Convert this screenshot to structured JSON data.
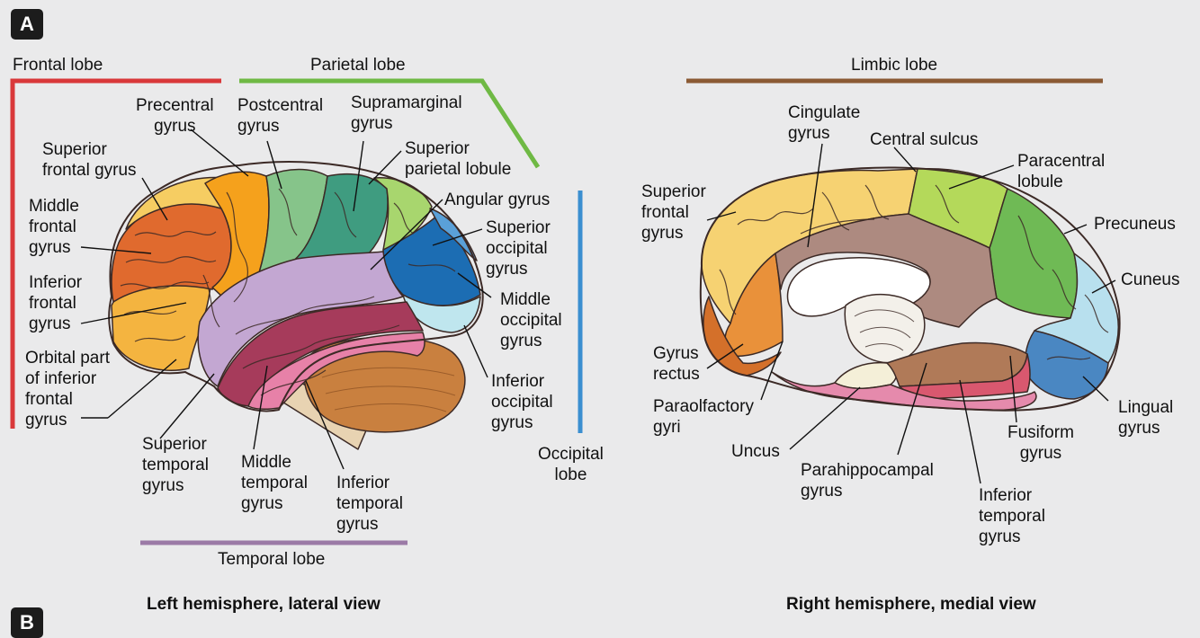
{
  "panels": {
    "a": "A",
    "b": "B"
  },
  "lobes": {
    "frontal": "Frontal lobe",
    "parietal": "Parietal lobe",
    "occipital": "Occipital\nlobe",
    "temporal": "Temporal lobe",
    "limbic": "Limbic lobe"
  },
  "lateral": {
    "title": "Left hemisphere, lateral view",
    "labels": {
      "precentral": "Precentral\ngyrus",
      "postcentral": "Postcentral\ngyrus",
      "supramarginal": "Supramarginal\ngyrus",
      "sup_parietal": "Superior\nparietal lobule",
      "sup_frontal": "Superior\nfrontal gyrus",
      "angular": "Angular gyrus",
      "sup_occipital": "Superior\noccipital\ngyrus",
      "mid_frontal": "Middle\nfrontal\ngyrus",
      "inf_frontal": "Inferior\nfrontal\ngyrus",
      "mid_occipital": "Middle\noccipital\ngyrus",
      "orbital": "Orbital part\nof inferior\nfrontal\ngyrus",
      "inf_occipital": "Inferior\noccipital\ngyrus",
      "sup_temporal": "Superior\ntemporal\ngyrus",
      "mid_temporal": "Middle\ntemporal\ngyrus",
      "inf_temporal": "Inferior\ntemporal\ngyrus"
    }
  },
  "medial": {
    "title": "Right hemisphere, medial view",
    "labels": {
      "cingulate": "Cingulate\ngyrus",
      "central_sulcus": "Central sulcus",
      "paracentral": "Paracentral\nlobule",
      "sup_frontal": "Superior\nfrontal\ngyrus",
      "precuneus": "Precuneus",
      "cuneus": "Cuneus",
      "gyrus_rectus": "Gyrus\nrectus",
      "paraolfactory": "Paraolfactory\ngyri",
      "lingual": "Lingual\ngyrus",
      "fusiform": "Fusiform\ngyrus",
      "uncus": "Uncus",
      "parahippocampal": "Parahippocampal\ngyrus",
      "inf_temporal": "Inferior\ntemporal\ngyrus"
    }
  },
  "colors": {
    "frontal": "#d9383a",
    "parietal": "#6fb944",
    "occipital": "#3b8fd0",
    "temporal": "#9b7aa6",
    "limbic": "#8b5a34",
    "background": "#eaeaeb"
  }
}
